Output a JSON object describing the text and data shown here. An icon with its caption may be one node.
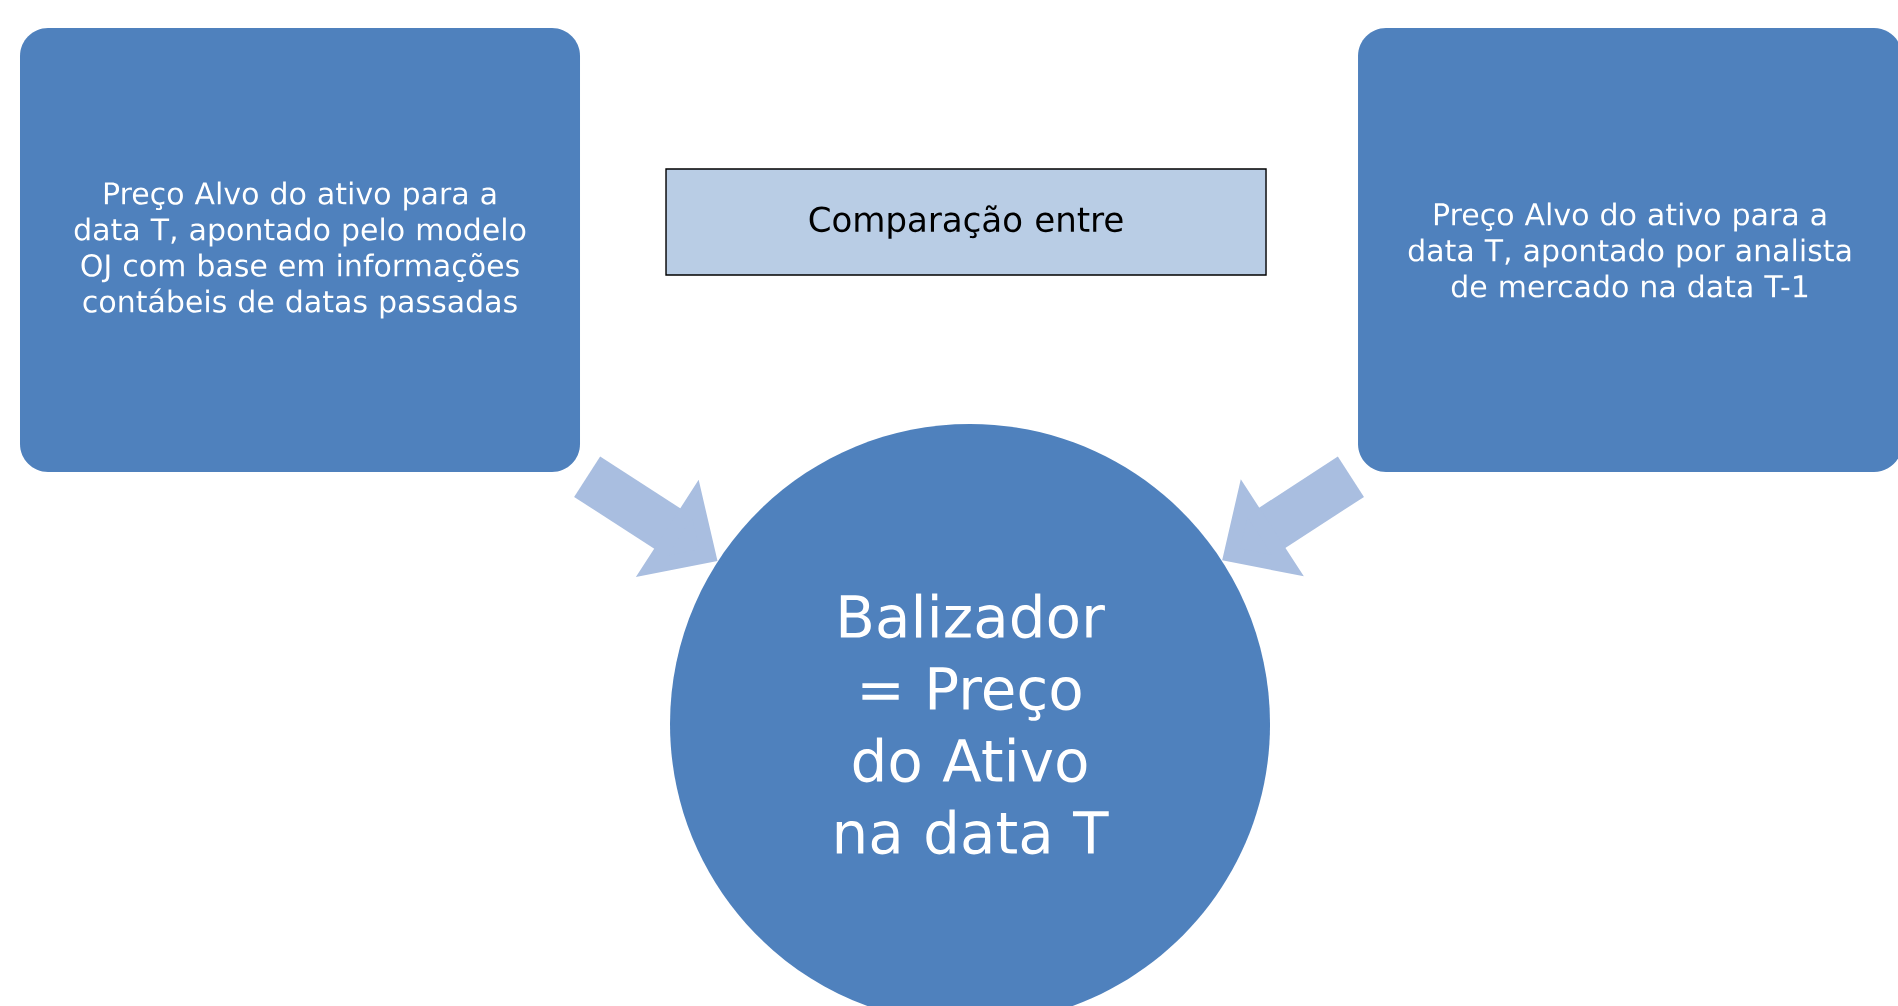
{
  "diagram": {
    "nodes": [
      {
        "text": [
          "Preço Alvo do ativo para a data T, apontado pelo modelo OJ com base em informações contábeis de datas passadas"
        ]
      },
      {
        "text": [
          "Comparação entre"
        ]
      },
      {
        "text": [
          "Preço Alvo do ativo para a data T, apontado por analista de mercado na data T-1"
        ]
      },
      {
        "text": [
          "Balizador = Preço do Ativo na data T"
        ]
      }
    ],
    "edges": [
      {
        "from": 0,
        "to": 3,
        "arrow": "to"
      },
      {
        "from": 2,
        "to": 3,
        "arrow": "to"
      }
    ]
  }
}
